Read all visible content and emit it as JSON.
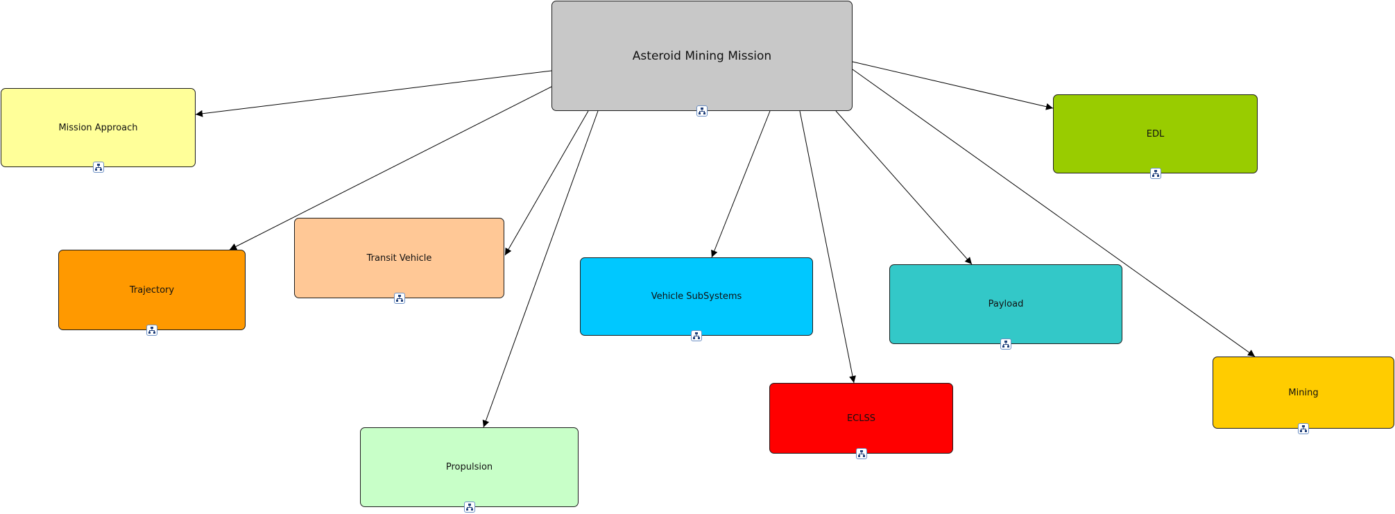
{
  "diagram": {
    "type": "concept-map",
    "root": {
      "id": "root",
      "label": "Asteroid Mining Mission",
      "color": "#c8c8c8",
      "icon": "submap-icon"
    },
    "children": [
      {
        "id": "mission-approach",
        "label": "Mission Approach",
        "color": "#ffff99",
        "icon": "submap-icon"
      },
      {
        "id": "trajectory",
        "label": "Trajectory",
        "color": "#ff9900",
        "icon": "submap-icon"
      },
      {
        "id": "transit-vehicle",
        "label": "Transit Vehicle",
        "color": "#ffc896",
        "icon": "submap-icon"
      },
      {
        "id": "propulsion",
        "label": "Propulsion",
        "color": "#c8ffc8",
        "icon": "submap-icon"
      },
      {
        "id": "vehicle-subsystems",
        "label": "Vehicle SubSystems",
        "color": "#00c8ff",
        "icon": "submap-icon"
      },
      {
        "id": "eclss",
        "label": "ECLSS",
        "color": "#ff0000",
        "icon": "submap-icon"
      },
      {
        "id": "payload",
        "label": "Payload",
        "color": "#33c8c8",
        "icon": "submap-icon"
      },
      {
        "id": "edl",
        "label": "EDL",
        "color": "#99cc00",
        "icon": "submap-icon"
      },
      {
        "id": "mining",
        "label": "Mining",
        "color": "#ffcc00",
        "icon": "submap-icon"
      }
    ],
    "edges": [
      {
        "from": "root",
        "to": "mission-approach"
      },
      {
        "from": "root",
        "to": "trajectory"
      },
      {
        "from": "root",
        "to": "transit-vehicle"
      },
      {
        "from": "root",
        "to": "propulsion"
      },
      {
        "from": "root",
        "to": "vehicle-subsystems"
      },
      {
        "from": "root",
        "to": "eclss"
      },
      {
        "from": "root",
        "to": "payload"
      },
      {
        "from": "root",
        "to": "edl"
      },
      {
        "from": "root",
        "to": "mining"
      }
    ]
  }
}
